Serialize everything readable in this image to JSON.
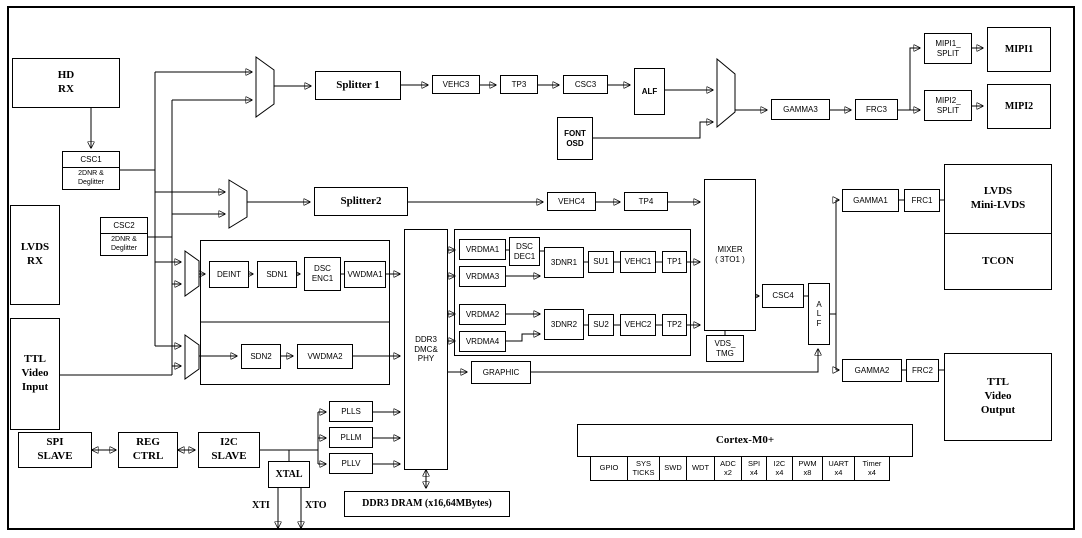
{
  "diagram": {
    "colors": {
      "line": "#000000",
      "background": "#ffffff",
      "text": "#000000"
    },
    "blocks": {
      "hd_rx": "HD\nRX",
      "csc1": "CSC1",
      "csc1_sub": "2DNR &\nDeglitter",
      "lvds_rx": "LVDS\nRX",
      "csc2": "CSC2",
      "csc2_sub": "2DNR &\nDeglitter",
      "ttl_in": "TTL\nVideo\nInput",
      "spi_slave": "SPI\nSLAVE",
      "reg_ctrl": "REG\nCTRL",
      "i2c_slave": "I2C\nSLAVE",
      "xtal": "XTAL",
      "xti": "XTI",
      "xto": "XTO",
      "splitter1": "Splitter 1",
      "vehc3": "VEHC3",
      "tp3": "TP3",
      "csc3": "CSC3",
      "alf1": "ALF",
      "font_osd": "FONT\nOSD",
      "gamma3": "GAMMA3",
      "frc3": "FRC3",
      "mipi1_split": "MIPI1_\nSPLIT",
      "mipi1": "MIPI1",
      "mipi2_split": "MIPI2_\nSPLIT",
      "mipi2": "MIPI2",
      "splitter2": "Splitter2",
      "vehc4": "VEHC4",
      "tp4": "TP4",
      "mixer": "MIXER\n( 3TO1 )",
      "vds_tmg": "VDS_\nTMG",
      "csc4": "CSC4",
      "alf2": "A\nL\nF",
      "gamma1": "GAMMA1",
      "frc1": "FRC1",
      "lvds_out": "LVDS\nMini-LVDS",
      "tcon": "TCON",
      "gamma2": "GAMMA2",
      "frc2": "FRC2",
      "ttl_out": "TTL\nVideo\nOutput",
      "deint": "DEINT",
      "sdn1": "SDN1",
      "dsc_enc1": "DSC\nENC1",
      "vwdma1": "VWDMA1",
      "sdn2": "SDN2",
      "vwdma2": "VWDMA2",
      "ddr3_dmc": "DDR3\nDMC&\nPHY",
      "vrdma1": "VRDMA1",
      "dsc_dec1": "DSC\nDEC1",
      "vrdma3": "VRDMA3",
      "dnr3_1": "3DNR1",
      "su1": "SU1",
      "vehc1": "VEHC1",
      "tp1": "TP1",
      "vrdma2": "VRDMA2",
      "vrdma4": "VRDMA4",
      "dnr3_2": "3DNR2",
      "su2": "SU2",
      "vehc2": "VEHC2",
      "tp2": "TP2",
      "graphic": "GRAPHIC",
      "plls": "PLLS",
      "pllm": "PLLM",
      "pllv": "PLLV",
      "ddr3_dram": "DDR3 DRAM (x16,64MBytes)",
      "cortex": "Cortex-M0+"
    },
    "cortex_peripherals": [
      "GPIO",
      "SYS\nTICKS",
      "SWD",
      "WDT",
      "ADC\nx2",
      "SPI\nx4",
      "I2C\nx4",
      "PWM\nx8",
      "UART\nx4",
      "Timer\nx4"
    ]
  }
}
